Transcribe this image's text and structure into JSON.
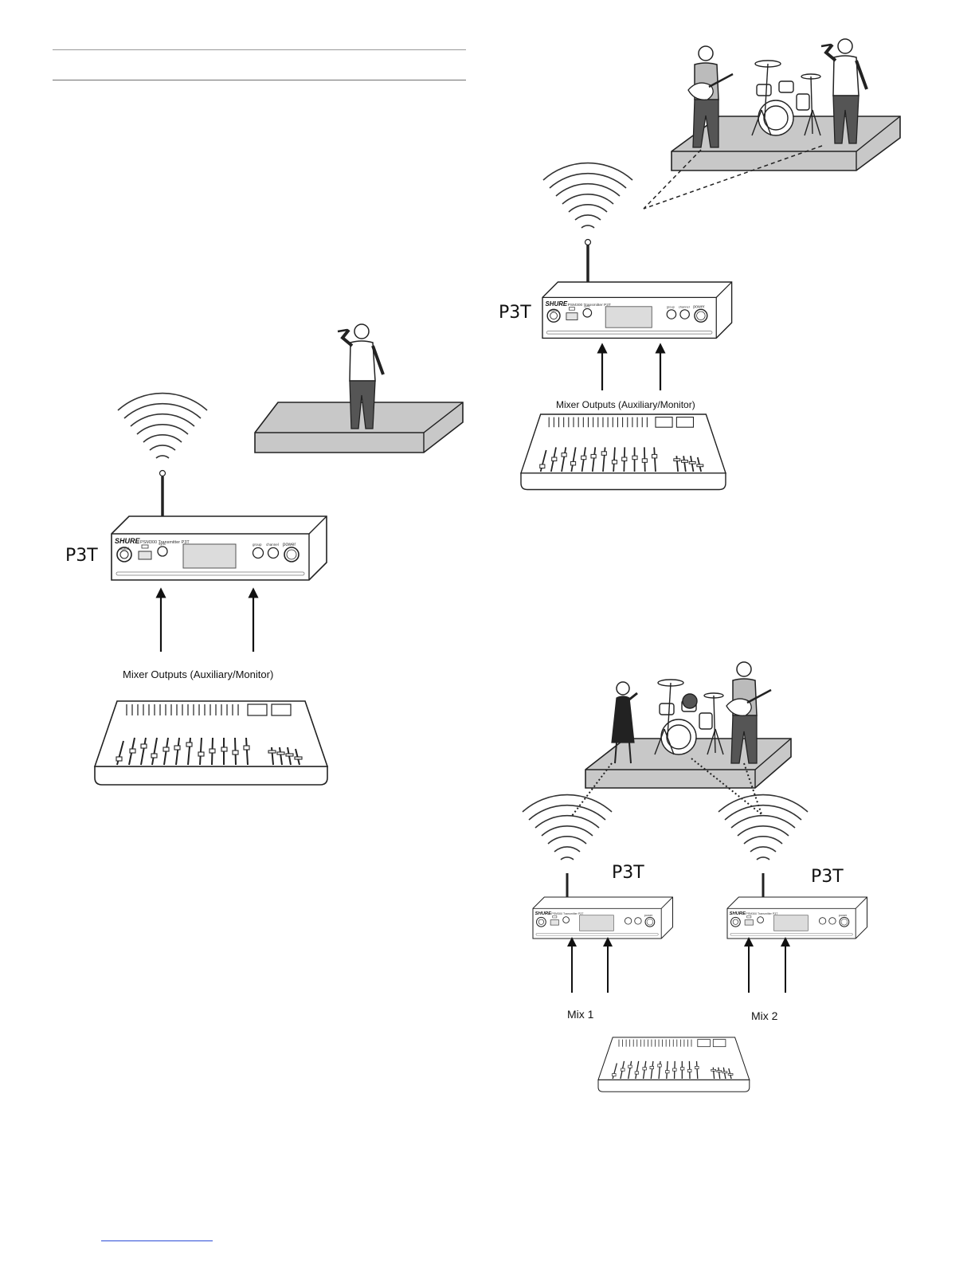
{
  "transmitter": {
    "brand": "SHURE",
    "model_text": "PSM300 Transmitter P3T",
    "label": "P3T",
    "controls": {
      "signal": "signal",
      "sync": "sync",
      "group": "group",
      "channel": "channel",
      "power": "power"
    }
  },
  "diagram_left": {
    "mixer_label": "Mixer Outputs (Auxiliary/Monitor)"
  },
  "diagram_right_top": {
    "mixer_label": "Mixer Outputs (Auxiliary/Monitor)"
  },
  "diagram_right_bottom": {
    "mix1_label": "Mix 1",
    "mix2_label": "Mix 2"
  }
}
